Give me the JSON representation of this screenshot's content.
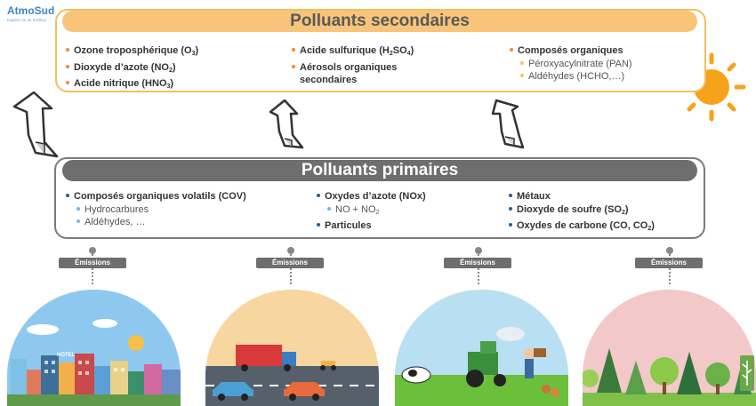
{
  "logo": {
    "name": "AtmoSud",
    "tagline": "Inspirer un air meilleur"
  },
  "secondary": {
    "title": "Polluants secondaires",
    "col1": [
      "Ozone troposphérique (O|3|)",
      "Dioxyde d’azote (NO|2|)",
      "Acide nitrique (HNO|3|)"
    ],
    "col2": [
      "Acide sulfurique (H|2|SO|4|)",
      "Aérosols organiques",
      "secondaires"
    ],
    "col3_head": "Composés organiques",
    "col3_subs": [
      "Péroxyacylnitrate (PAN)",
      "Aldéhydes (HCHO,…)"
    ]
  },
  "primary": {
    "title": "Polluants primaires",
    "col1_head": "Composés organiques volatils (COV)",
    "col1_subs": [
      "Hydrocarbures",
      "Aldéhydes, …"
    ],
    "col2_head": "Oxydes d’azote (NOx)",
    "col2_sub": "NO + NO|2|",
    "col2_item": "Particules",
    "col3": [
      "Métaux",
      "Dioxyde de soufre (SO|2|)",
      "Oxydes de carbone (CO, CO|2|)"
    ]
  },
  "emissions": [
    "Émissions",
    "Émissions",
    "Émissions",
    "Émissions"
  ],
  "scenes": [
    "city-scene",
    "road-traffic-scene",
    "agriculture-scene",
    "forest-scene"
  ],
  "scene_texts": {
    "hotel": "HOTEL"
  },
  "colors": {
    "secondary_accent": "#f7c47a",
    "primary_accent": "#6e6e6e",
    "sun": "#f7a21b"
  }
}
